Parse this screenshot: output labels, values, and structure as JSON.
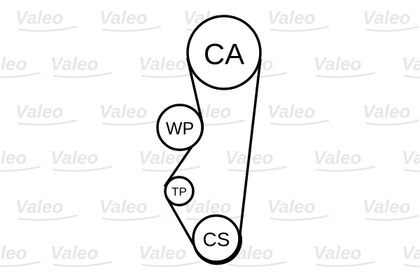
{
  "diagram": {
    "watermark_text": "Valeo",
    "pulleys": {
      "ca": {
        "label": "CA"
      },
      "wp": {
        "label": "WP"
      },
      "tp": {
        "label": "TP"
      },
      "cs": {
        "label": "CS"
      }
    }
  },
  "colors": {
    "line": "#000000",
    "watermark": "#e7e7e7",
    "background": "#ffffff"
  }
}
